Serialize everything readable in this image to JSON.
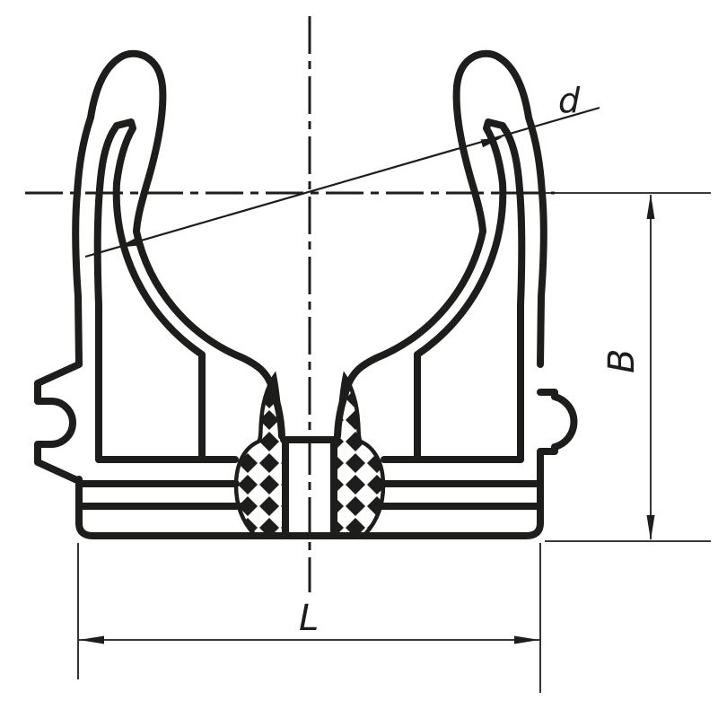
{
  "drawing": {
    "title": "pipe-clip-cross-section",
    "labels": {
      "diameter": "d",
      "height": "B",
      "width": "L"
    },
    "colors": {
      "line": "#1d1d1b",
      "background": "#ffffff"
    }
  }
}
